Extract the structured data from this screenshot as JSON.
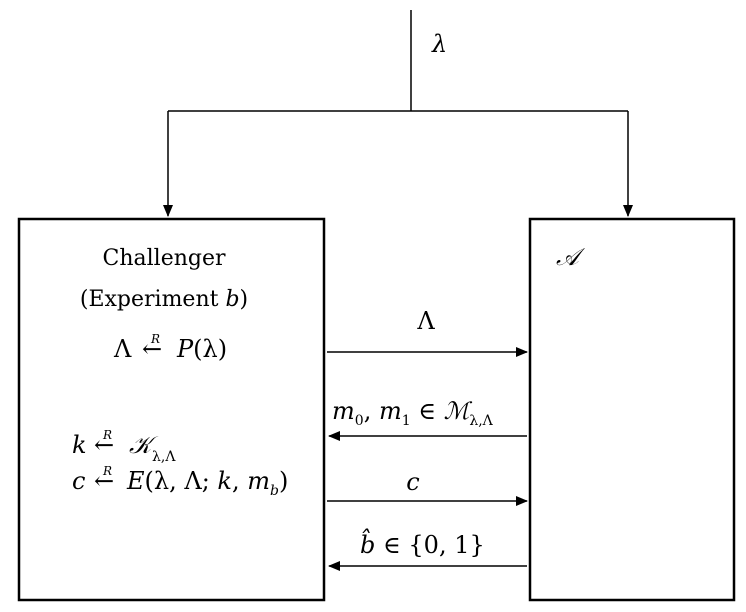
{
  "input": {
    "security_param": "λ"
  },
  "challenger": {
    "title": "Challenger",
    "subtitle_prefix": "(Experiment ",
    "subtitle_var": "b",
    "subtitle_suffix": ")",
    "param_gen": {
      "lhs": "Λ",
      "arrow": "←",
      "rand": "R",
      "rhs_fn": "P",
      "rhs_args": "(λ)"
    },
    "key_gen": {
      "lhs": "k",
      "arrow": "←",
      "rand": "R",
      "rhs_set": "𝒦",
      "rhs_sub": "λ,Λ"
    },
    "encrypt": {
      "lhs": "c",
      "arrow": "←",
      "rand": "R",
      "rhs_fn": "E",
      "rhs_args_pre": "(λ, Λ; ",
      "rhs_args_k": "k",
      "rhs_args_mid": ", ",
      "rhs_args_m": "m",
      "rhs_args_m_sub": "b",
      "rhs_args_close": ")"
    }
  },
  "adversary": {
    "label": "𝒜"
  },
  "messages": {
    "lambda_cap": "Λ",
    "m_msgs": {
      "m": "m",
      "sub0": "0",
      "sep": ", ",
      "sub1": "1",
      "in": " ∈ ",
      "set": "ℳ",
      "set_sub": "λ,Λ"
    },
    "ciphertext": "c",
    "guess": {
      "var": "b̂",
      "in": " ∈ {0, 1}"
    }
  }
}
